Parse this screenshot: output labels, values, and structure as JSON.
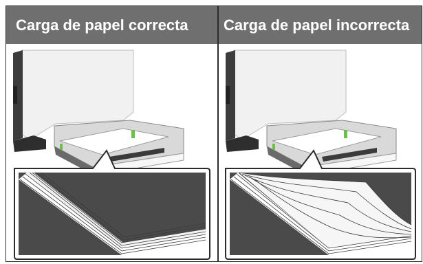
{
  "table": {
    "columns": [
      {
        "header": "Carga de papel correcta",
        "illustration": "correctly-loaded-paper-stack"
      },
      {
        "header": "Carga de papel incorrecta",
        "illustration": "incorrectly-loaded-curled-paper-stack"
      }
    ]
  },
  "colors": {
    "header_bg": "#6f6f6f",
    "header_text": "#ffffff",
    "border": "#2b2b2b",
    "inset_bg": "#4a4a4a"
  }
}
